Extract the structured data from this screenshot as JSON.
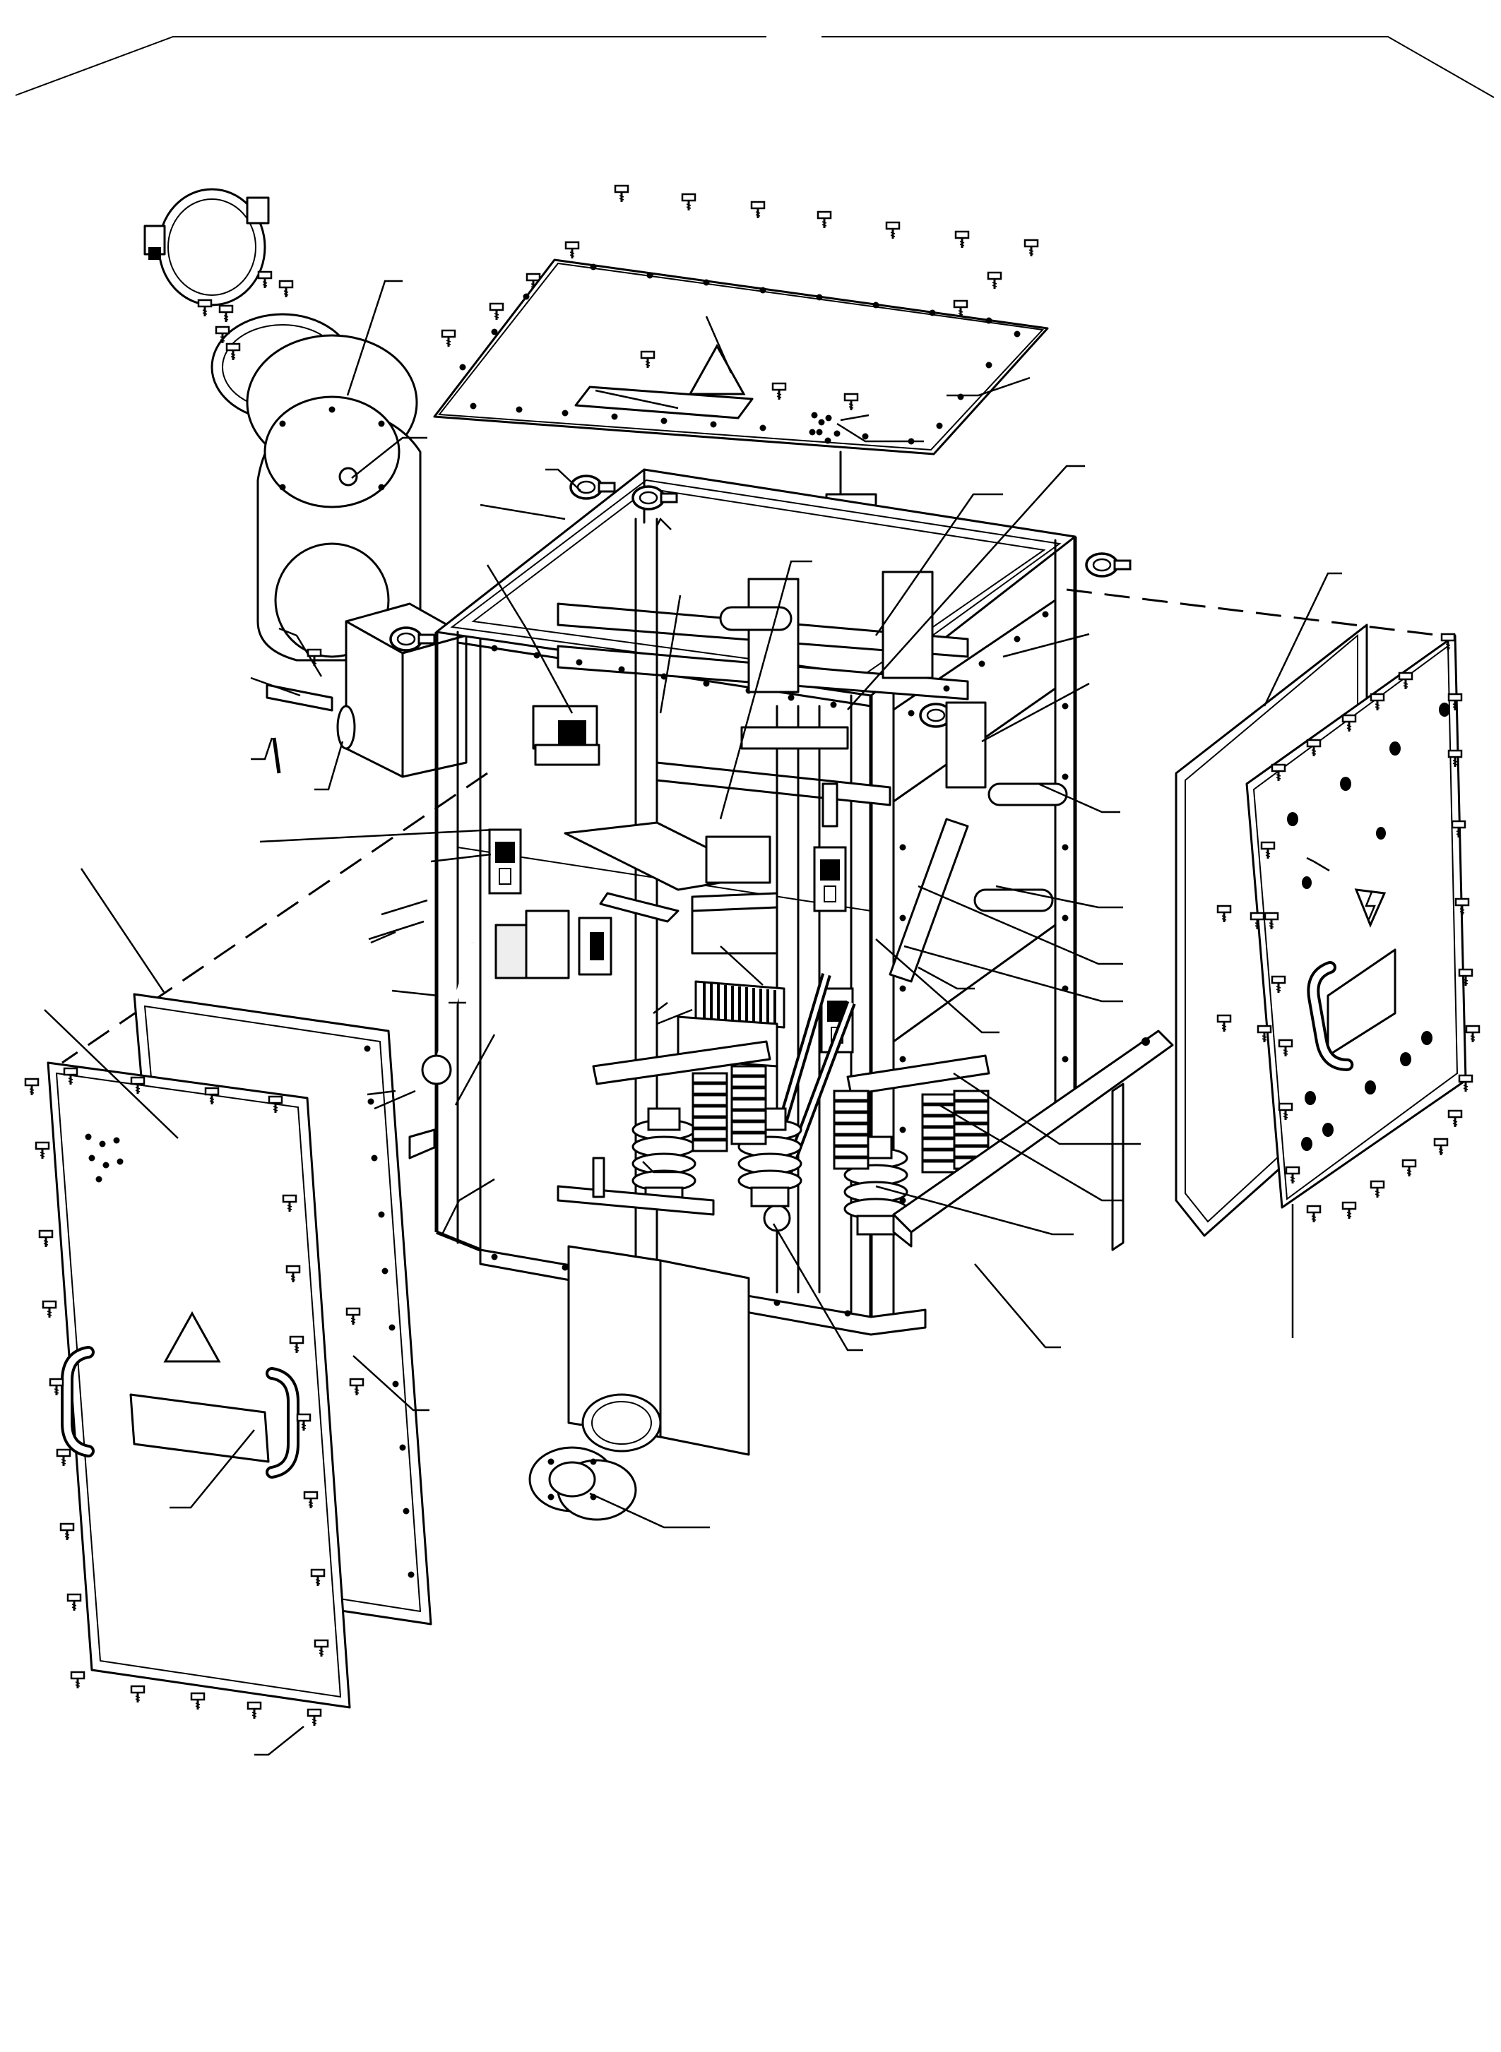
{
  "document": {
    "type": "exploded-assembly-drawing",
    "has_title_frame": true,
    "callout_labels": [],
    "colors": {
      "linework": "#000000",
      "background": "#ffffff"
    }
  },
  "symbols": {
    "bolt": "hex-head-bolt-icon",
    "warning": "warning-triangle-icon",
    "electrical_hazard": "lightning-bolt-warning-icon"
  },
  "views": {
    "parts": [
      "duct-clamp-ring",
      "duct-flange-plate",
      "terminal-box",
      "enclosure-top-cover",
      "enclosure-frame",
      "internal-switchgear",
      "busbar-insulators",
      "heat-sink",
      "lifting-eye-bolts",
      "right-gasket",
      "right-access-panel",
      "left-gasket",
      "left-access-panel",
      "bottom-duct",
      "duct-collar",
      "mounting-rail"
    ]
  }
}
